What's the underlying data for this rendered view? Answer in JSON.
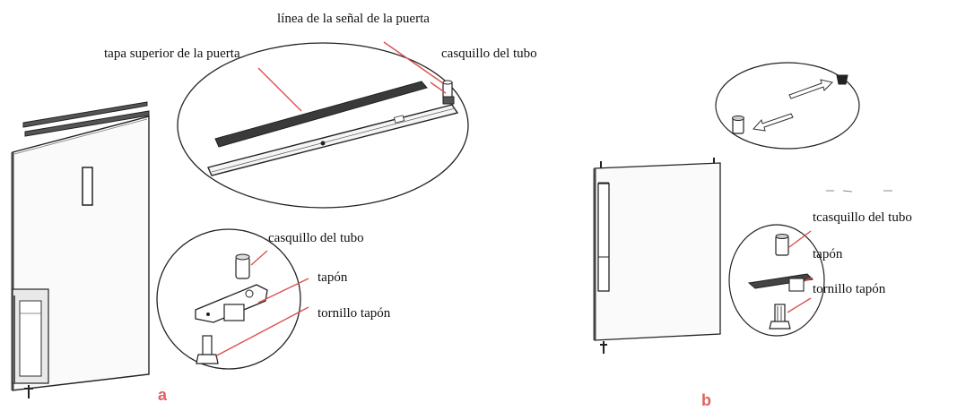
{
  "labels": {
    "door_signal_line": "línea de la señal de la puerta",
    "door_top_cover": "tapa superior de la puerta",
    "tube_bushing_top": "casquillo del tubo",
    "tube_bushing_a": "casquillo del tubo",
    "plug_a": "tapón",
    "screw_plug_a": "tornillo tapón",
    "tube_bushing_b": "tcasquillo del tubo",
    "plug_b": "tapón",
    "screw_plug_b": "tornillo tapón"
  },
  "figure_letters": {
    "a": "a",
    "b": "b"
  },
  "colors": {
    "leader": "#d9534f",
    "figure_letter": "#e06060",
    "ink": "#222222"
  }
}
